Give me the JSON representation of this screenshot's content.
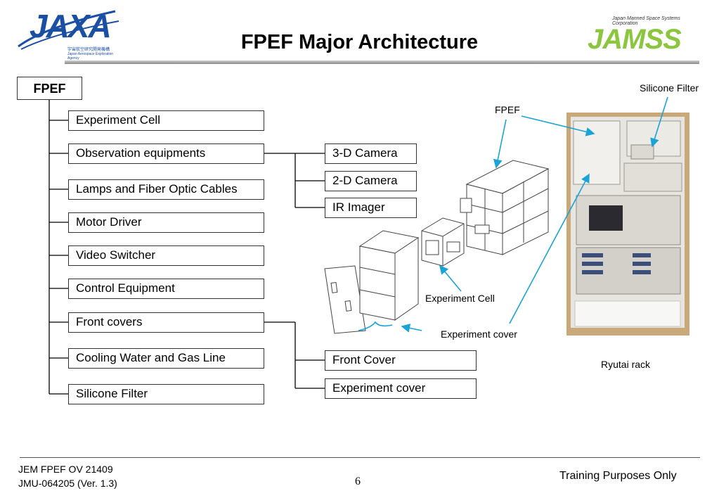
{
  "header": {
    "title": "FPEF Major Architecture",
    "left_logo": {
      "text": "JAXA",
      "sub1": "宇宙航空研究開発機構",
      "sub2": "Japan Aerospace Exploration Agency"
    },
    "right_logo": {
      "text": "JAMSS",
      "caption": "Japan Manned Space Systems Corporation"
    }
  },
  "tree": {
    "root": "FPEF",
    "children": [
      {
        "label": "Experiment Cell"
      },
      {
        "label": "Observation equipments",
        "children": [
          "3-D Camera",
          "2-D Camera",
          "IR Imager"
        ]
      },
      {
        "label": "Lamps and Fiber Optic Cables"
      },
      {
        "label": "Motor Driver"
      },
      {
        "label": "Video Switcher"
      },
      {
        "label": "Control Equipment"
      },
      {
        "label": "Front covers",
        "children": [
          "Front Cover",
          "Experiment cover"
        ]
      },
      {
        "label": "Cooling Water and Gas Line"
      },
      {
        "label": "Silicone Filter"
      }
    ]
  },
  "figure_labels": {
    "fpef": "FPEF",
    "experiment_cell": "Experiment Cell",
    "experiment_cover": "Experiment cover",
    "silicone_filter": "Silicone Filter",
    "ryutai_rack": "Ryutai rack"
  },
  "colors": {
    "arrow": "#1aa3d6",
    "jaxa_blue": "#1b4fa3",
    "jamss_green": "#8cc63f"
  },
  "footer": {
    "doc_id": "JEM FPEF OV 21409",
    "doc_version": "JMU-064205 (Ver. 1.3)",
    "page_number": "6",
    "notice": "Training Purposes Only"
  }
}
